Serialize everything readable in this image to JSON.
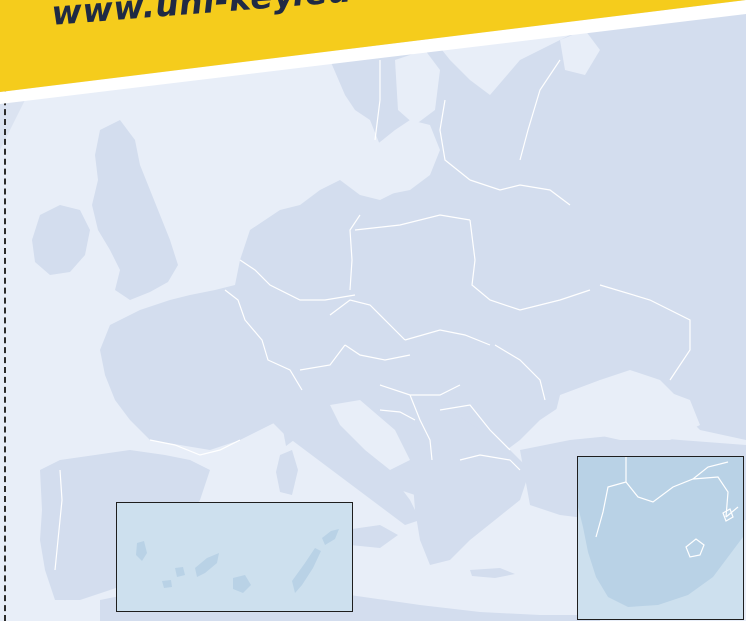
{
  "banner": {
    "text": "www.uni-key.eu",
    "background_color": "#f5cc1c",
    "text_color": "#1f2a44"
  },
  "map": {
    "region": "europe",
    "land_color": "#d3ddee",
    "sea_color": "#e8eef8",
    "border_color": "#ffffff"
  },
  "insets": [
    {
      "id": "canary-islands",
      "background_color": "#cde0ee"
    },
    {
      "id": "southern-africa",
      "background_color": "#cde0ee"
    }
  ]
}
